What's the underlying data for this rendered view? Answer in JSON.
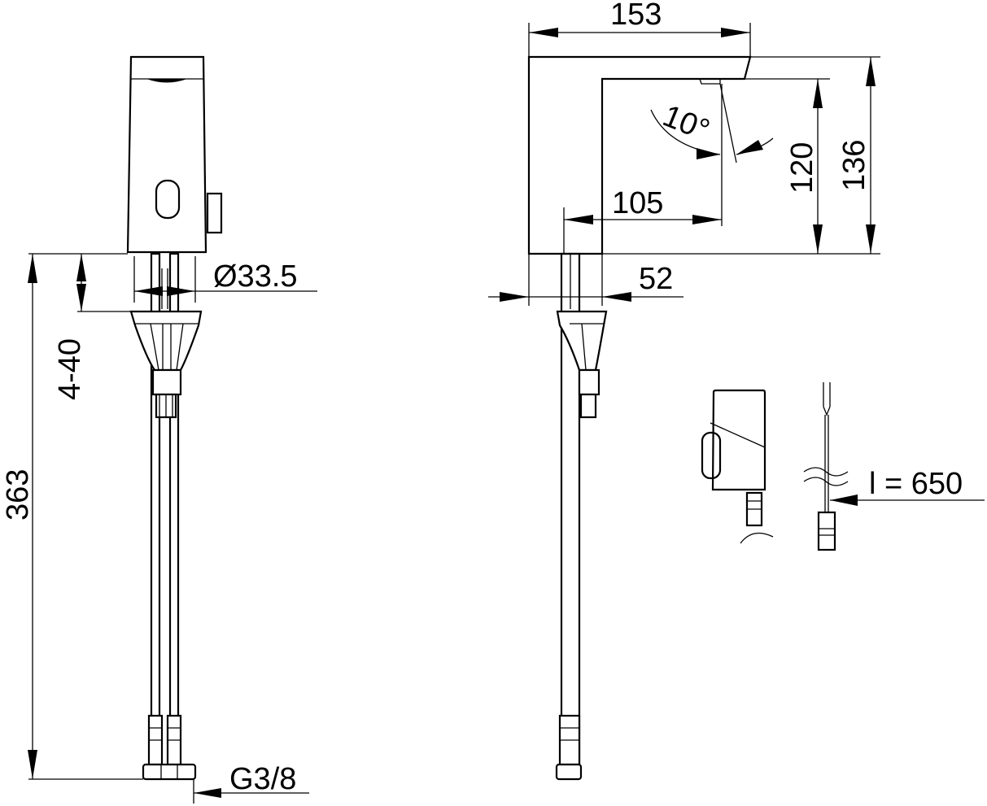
{
  "dimensions": {
    "height_total": "363",
    "deck_thickness": "4-40",
    "hole_diameter": "Ø33.5",
    "connection_thread": "G3/8",
    "spout_length": "153",
    "height_body": "136",
    "outlet_height": "120",
    "projection": "105",
    "body_width": "52",
    "sensor_angle": "10°",
    "cable_length": "l = 650"
  },
  "colors": {
    "line": "#000000",
    "background": "#ffffff"
  }
}
